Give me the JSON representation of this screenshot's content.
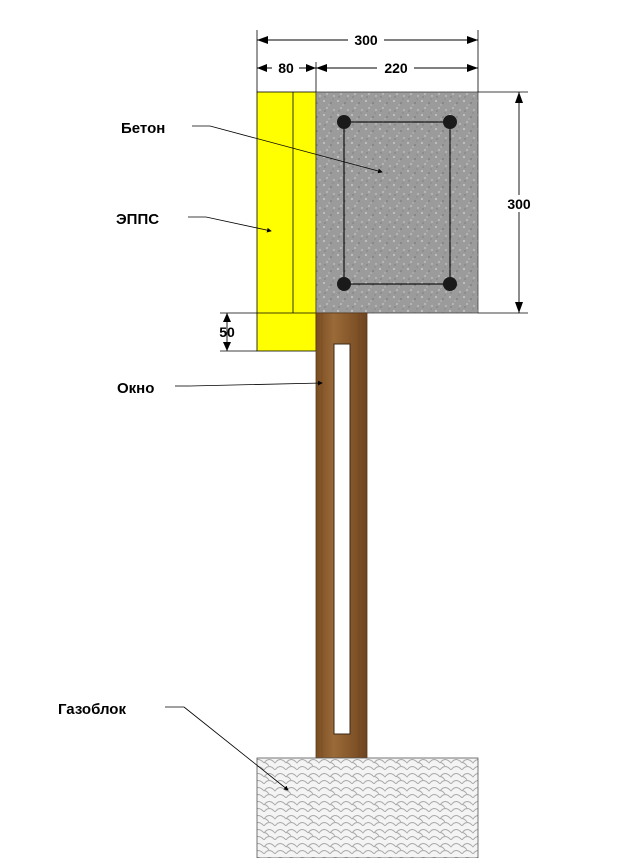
{
  "labels": {
    "concrete": "Бетон",
    "epps": "ЭППС",
    "window": "Окно",
    "gasblock": "Газоблок"
  },
  "dimensions": {
    "total_width": "300",
    "epps_width": "80",
    "concrete_width": "220",
    "height": "300",
    "overhang": "50"
  },
  "colors": {
    "epps": "#ffff00",
    "concrete": "#9a9a9a",
    "wood": "#8a5a2b",
    "glass": "#ffffff",
    "gasblock": "#f2f2f2",
    "rebar": "#1a1a1a"
  }
}
